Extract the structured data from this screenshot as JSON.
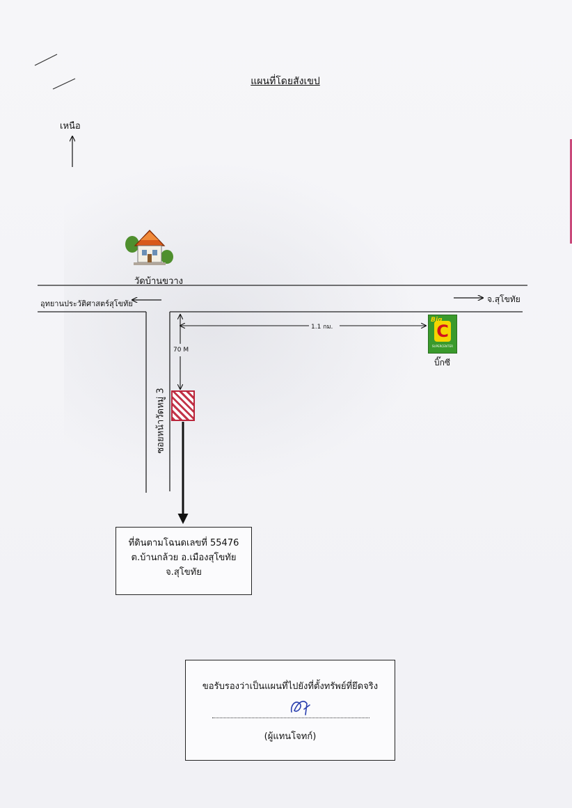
{
  "header": {
    "title": "แผนที่โดยสังเขป"
  },
  "compass": {
    "label": "เหนือ"
  },
  "landmarks": {
    "temple": {
      "label": "วัดบ้านขวาง",
      "icon": "temple-house-icon"
    },
    "store": {
      "label": "บิ๊กซี",
      "logo_text": "Big",
      "logo_letter": "C",
      "logo_sub": "SUPERCENTER"
    }
  },
  "roads": {
    "main_road_left": "อุทยานประวัติศาสตร์สุโขทัย",
    "main_road_right": "จ.สุโขทัย",
    "side_road": "ซอยหน้าวัดหมู่ 3"
  },
  "distances": {
    "to_store": "1.1 กม.",
    "to_plot": "70 M"
  },
  "plot_info": {
    "line1": "ที่ดินตามโฉนดเลขที่ 55476",
    "line2": "ต.บ้านกล้วย  อ.เมืองสุโขทัย",
    "line3": "จ.สุโขทัย"
  },
  "certification": {
    "statement": "ขอรับรองว่าเป็นแผนที่ไปยังที่ตั้งทรัพย์ที่ยึดจริง",
    "signer_role": "(ผู้แทนโจทก์)"
  },
  "colors": {
    "plot_hatch": "#c23448",
    "store_green": "#3a9a2c",
    "store_yellow": "#f5d400",
    "signature_ink": "#2a3fae"
  }
}
